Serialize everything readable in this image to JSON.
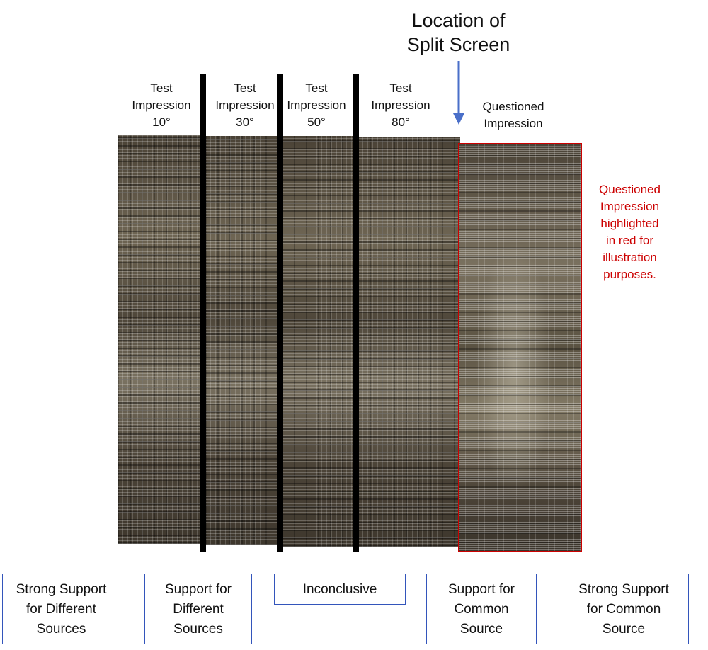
{
  "split_screen_title": "Location of\nSplit Screen",
  "impression_labels": [
    "Test\nImpression\n10°",
    "Test\nImpression\n30°",
    "Test\nImpression\n50°",
    "Test\nImpression\n80°",
    "Questioned\nImpression"
  ],
  "red_note": "Questioned\nImpression\nhighlighted\nin red for\nillustration\npurposes.",
  "scale_boxes": [
    "Strong Support\nfor Different\nSources",
    "Support for\nDifferent\nSources",
    "Inconclusive",
    "Support for\nCommon\nSource",
    "Strong Support\nfor Common\nSource"
  ],
  "colors": {
    "arrow": "#4a6fc9",
    "highlight": "#cc0000",
    "box_border": "#3355bb"
  }
}
